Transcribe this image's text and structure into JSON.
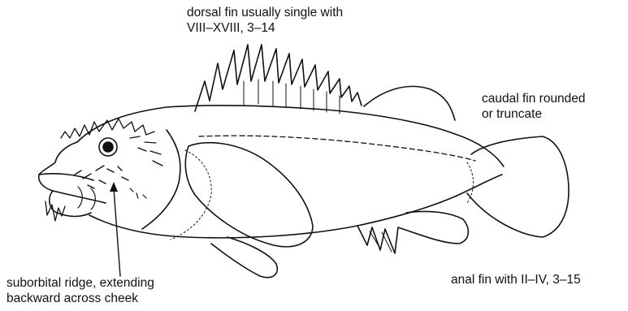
{
  "labels": {
    "dorsal": [
      "dorsal fin usually single with",
      "VIII–XVIII, 3–14"
    ],
    "caudal": [
      "caudal fin rounded",
      "or truncate"
    ],
    "anal": [
      "anal fin with II–IV, 3–15"
    ],
    "suborbital": [
      "suborbital ridge, extending",
      "backward across cheek"
    ]
  }
}
